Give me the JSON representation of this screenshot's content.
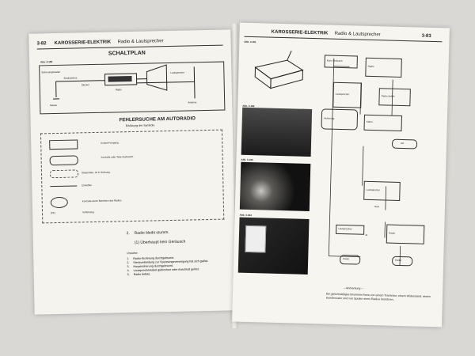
{
  "left_page": {
    "header_page": "3-82",
    "header_section": "KAROSSERIE-ELEKTRIK",
    "header_sub": "Radio & Lautsprecher",
    "diagram_title": "SCHALTPLAN",
    "diagram_abb": "Abb. 3-180",
    "diagram_labels": [
      "Sicherungskasten",
      "Zündschloss",
      "Stecker",
      "Radio",
      "Lautsprecher",
      "Antenne",
      "Masse"
    ],
    "fault_title": "FEHLERSUCHE AM AUTORADIO",
    "fault_sub": "Erklärung der Symbole",
    "legend": [
      {
        "label": "Kontroll-Vorgang"
      },
      {
        "label": "Kontrolle oder Teile-Austausch"
      },
      {
        "label": "Überprüfen, ob in Ordnung"
      },
      {
        "label": "Eintreffen"
      },
      {
        "label": "Kontrolle durch Betreiben des Radios"
      },
      {
        "label": "Vorführung"
      }
    ],
    "item2_num": "2.",
    "item2_text": "Radio bleibt stumm.",
    "item2_sub": "(1)  Überhaupt kein Geräusch",
    "causes_head": "Ursache:",
    "causes": [
      {
        "n": "1.",
        "t": "Radio-Sicherung durchgebrannt."
      },
      {
        "n": "2.",
        "t": "Steckverbindung zur Spannungsversorgung hat sich gelöst."
      },
      {
        "n": "3.",
        "t": "Hauptsicherung durchgebrannt."
      },
      {
        "n": "4.",
        "t": "Lautsprecherkabel gebrochen oder Anschluß gelöst."
      },
      {
        "n": "5.",
        "t": "Radio defekt."
      }
    ]
  },
  "right_page": {
    "header_section": "KAROSSERIE-ELEKTRIK",
    "header_sub": "Radio & Lautsprecher",
    "header_page": "3-83",
    "abb_labels": [
      "Abb. 3-181",
      "Abb. 3-182",
      "Abb. 3-183",
      "Abb. 3-184"
    ],
    "flow_nodes": [
      "Kein Geräusch",
      "Radio",
      "Lautsprecher",
      "Radio defekt",
      "Sicherung",
      "Kabel",
      "OK",
      "Nein",
      "Ja"
    ],
    "note_title": "– Anmerkung –",
    "note_text": "Ein gleichmäßiges Brummen kann von einem Transistor, einem Widerstand, einem Kondensator und von Spulen eines Radios herrühren."
  }
}
